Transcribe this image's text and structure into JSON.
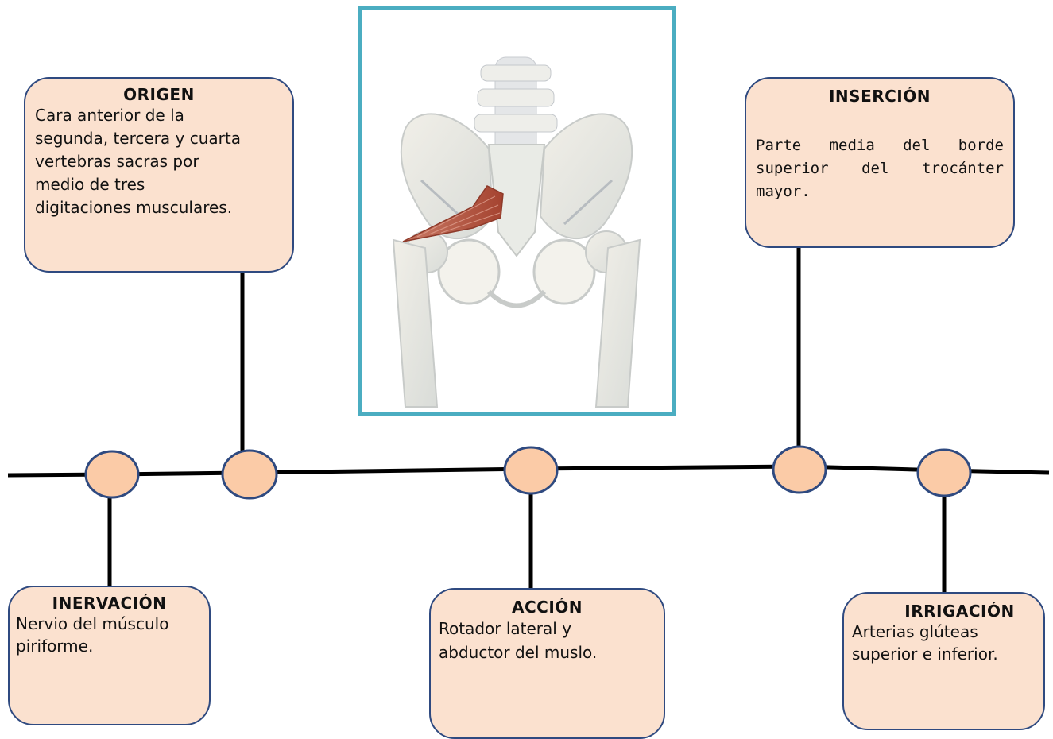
{
  "colors": {
    "box_fill": "#fbe1cf",
    "box_border": "#2f4a80",
    "node_fill": "#fbcba7",
    "line": "#000000",
    "frame": "#4badc1",
    "muscle": "#b4553f"
  },
  "illustration": {
    "icon": "pelvis-anatomy-illustration"
  },
  "boxes": {
    "origen": {
      "title": "ORIGEN",
      "lines": [
        "Cara anterior de la",
        "segunda, tercera y cuarta",
        "vertebras sacras por",
        "medio de tres",
        "digitaciones musculares."
      ]
    },
    "insercion": {
      "title": "INSERCIÓN",
      "text": "Parte media del borde superior del trocánter mayor."
    },
    "inervacion": {
      "title": "INERVACIÓN",
      "lines": [
        "Nervio del músculo",
        "piriforme."
      ]
    },
    "accion": {
      "title": "ACCIÓN",
      "lines": [
        "Rotador lateral y",
        "abductor del muslo."
      ]
    },
    "irrigacion": {
      "title": "IRRIGACIÓN",
      "lines": [
        "Arterias glúteas",
        "superior e inferior."
      ]
    }
  }
}
